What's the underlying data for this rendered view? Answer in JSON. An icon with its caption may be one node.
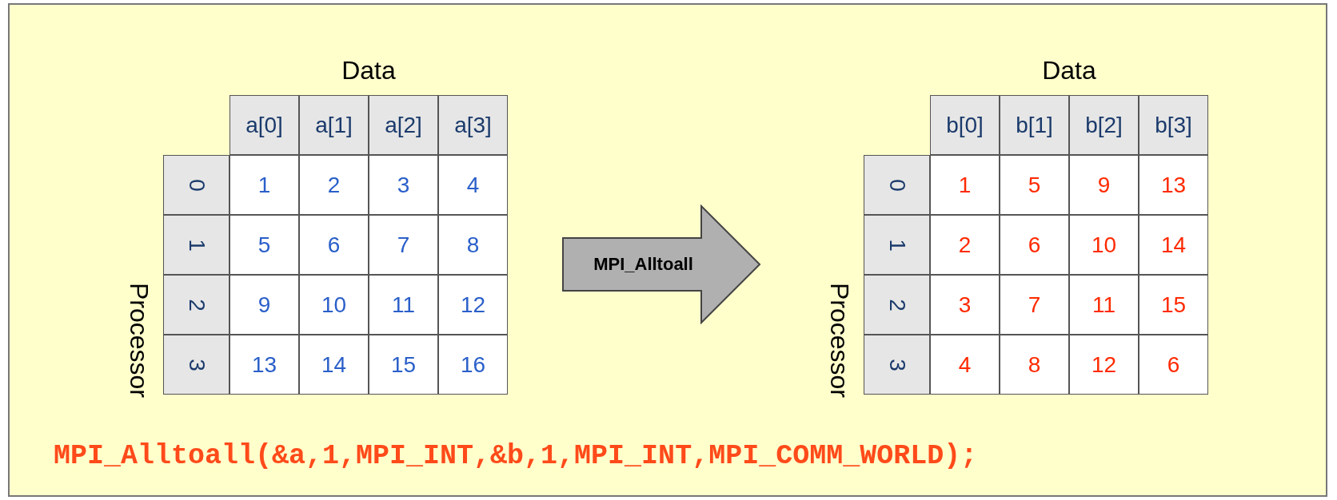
{
  "diagram": {
    "nodes": [
      {
        "text": [
          "MPI_Alltoall"
        ]
      }
    ],
    "labels": [
      "Data",
      "a[0]",
      "a[1]",
      "a[2]",
      "a[3]",
      "0",
      "1",
      "2",
      "3",
      "4",
      "1",
      "5",
      "6",
      "7",
      "8",
      "2",
      "9",
      "10",
      "11",
      "12",
      "3",
      "13",
      "14",
      "15",
      "16",
      "Processor",
      "Data",
      "b[0]",
      "b[1]",
      "b[2]",
      "b[3]",
      "0",
      "1",
      "5",
      "9",
      "13",
      "1",
      "2",
      "6",
      "10",
      "14",
      "2",
      "3",
      "7",
      "11",
      "15",
      "3",
      "4",
      "8",
      "12",
      "6",
      "Processor",
      "MPI_Alltoall(&a,1,MPI_INT,&b,1,MPI_INT,MPI_COMM_WORLD);"
    ]
  }
}
